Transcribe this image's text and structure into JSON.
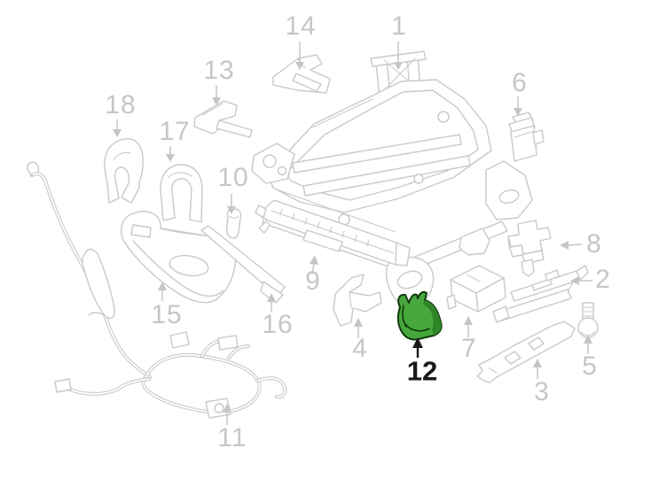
{
  "diagram": {
    "type": "exploded-parts-diagram",
    "description": "Line-art exploded view of a power seat track / frame assembly with numbered callouts; part 12 is highlighted in green",
    "colors": {
      "background": "#ffffff",
      "line_art": "#c9c9c9",
      "callout_text": "#c6c6c6",
      "highlight_fill": "#46a83c",
      "highlight_shade": "#2e8427",
      "highlight_outline": "#123a0c",
      "highlight_callout_text": "#1a1a1a"
    },
    "highlight": {
      "part_number": "12"
    },
    "callouts": [
      {
        "label": "1",
        "highlighted": false
      },
      {
        "label": "2",
        "highlighted": false
      },
      {
        "label": "3",
        "highlighted": false
      },
      {
        "label": "4",
        "highlighted": false
      },
      {
        "label": "5",
        "highlighted": false
      },
      {
        "label": "6",
        "highlighted": false
      },
      {
        "label": "7",
        "highlighted": false
      },
      {
        "label": "8",
        "highlighted": false
      },
      {
        "label": "9",
        "highlighted": false
      },
      {
        "label": "10",
        "highlighted": false
      },
      {
        "label": "11",
        "highlighted": false
      },
      {
        "label": "12",
        "highlighted": true
      },
      {
        "label": "13",
        "highlighted": false
      },
      {
        "label": "14",
        "highlighted": false
      },
      {
        "label": "15",
        "highlighted": false
      },
      {
        "label": "16",
        "highlighted": false
      },
      {
        "label": "17",
        "highlighted": false
      },
      {
        "label": "18",
        "highlighted": false
      }
    ]
  }
}
